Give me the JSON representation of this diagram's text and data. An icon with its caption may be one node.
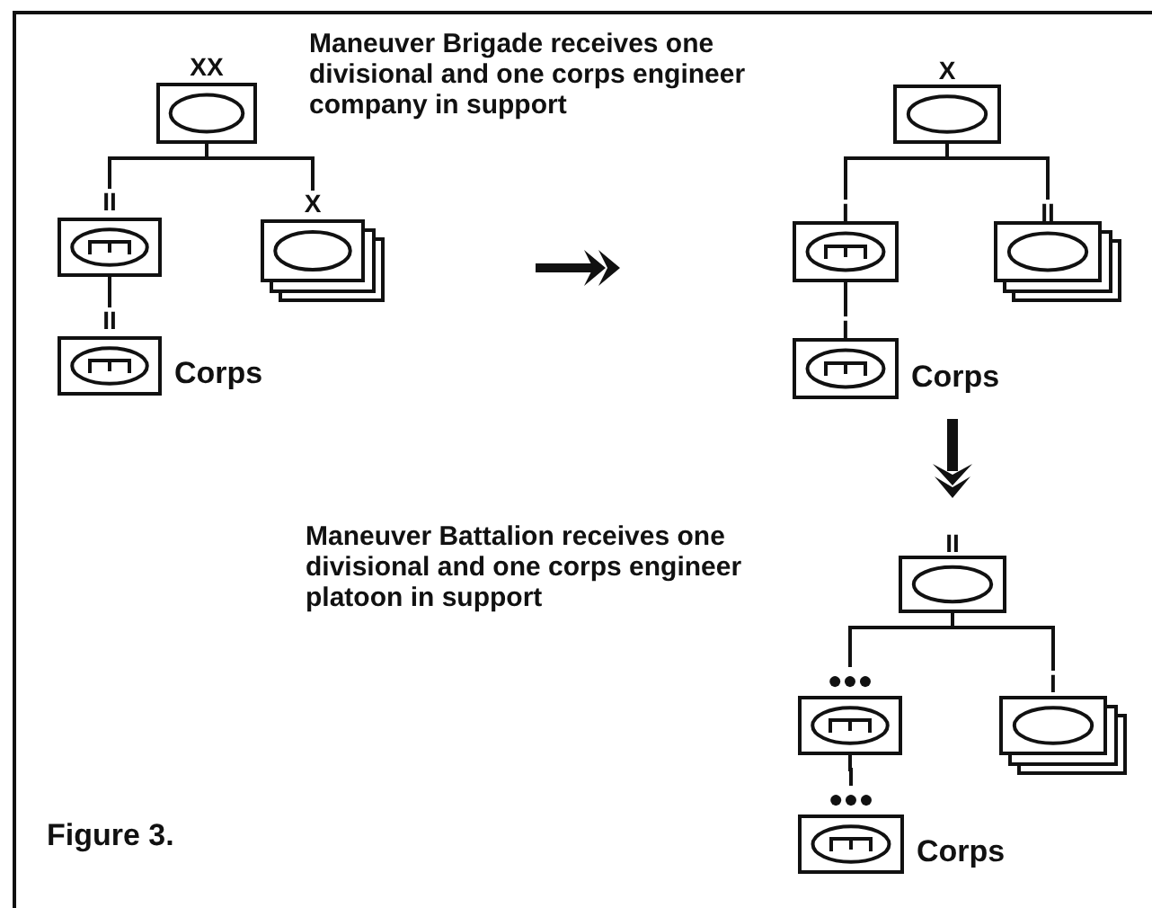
{
  "diagram": {
    "nodes": [
      {
        "text": [
          "XX"
        ]
      },
      {
        "text": [
          "II"
        ]
      },
      {
        "text": [
          "X"
        ]
      },
      {
        "text": [
          "II"
        ],
        "beside": [
          "Corps"
        ]
      },
      {
        "text": [
          "X"
        ]
      },
      {
        "text": [
          "I"
        ]
      },
      {
        "text": [
          "II"
        ]
      },
      {
        "text": [
          "I"
        ],
        "beside": [
          "Corps"
        ]
      },
      {
        "text": [
          "II"
        ]
      },
      {
        "text": [
          "●●●"
        ]
      },
      {
        "text": [
          "I"
        ]
      },
      {
        "text": [
          "●●●"
        ],
        "beside": [
          "Corps"
        ]
      }
    ],
    "edges": [
      {
        "from": 0,
        "to": 1,
        "arrow": "none"
      },
      {
        "from": 0,
        "to": 2,
        "arrow": "none"
      },
      {
        "from": 1,
        "to": 3,
        "arrow": "none"
      },
      {
        "from": 4,
        "to": 5,
        "arrow": "none"
      },
      {
        "from": 4,
        "to": 6,
        "arrow": "none"
      },
      {
        "from": 5,
        "to": 7,
        "arrow": "none"
      },
      {
        "from": 8,
        "to": 9,
        "arrow": "none"
      },
      {
        "from": 8,
        "to": 10,
        "arrow": "none"
      },
      {
        "from": 9,
        "to": 11,
        "arrow": "none"
      }
    ],
    "labels": [
      "Maneuver Brigade receives one divisional and one corps engineer company in support",
      "Maneuver Battalion receives one divisional and one corps engineer platoon in support",
      "Figure 3."
    ]
  }
}
